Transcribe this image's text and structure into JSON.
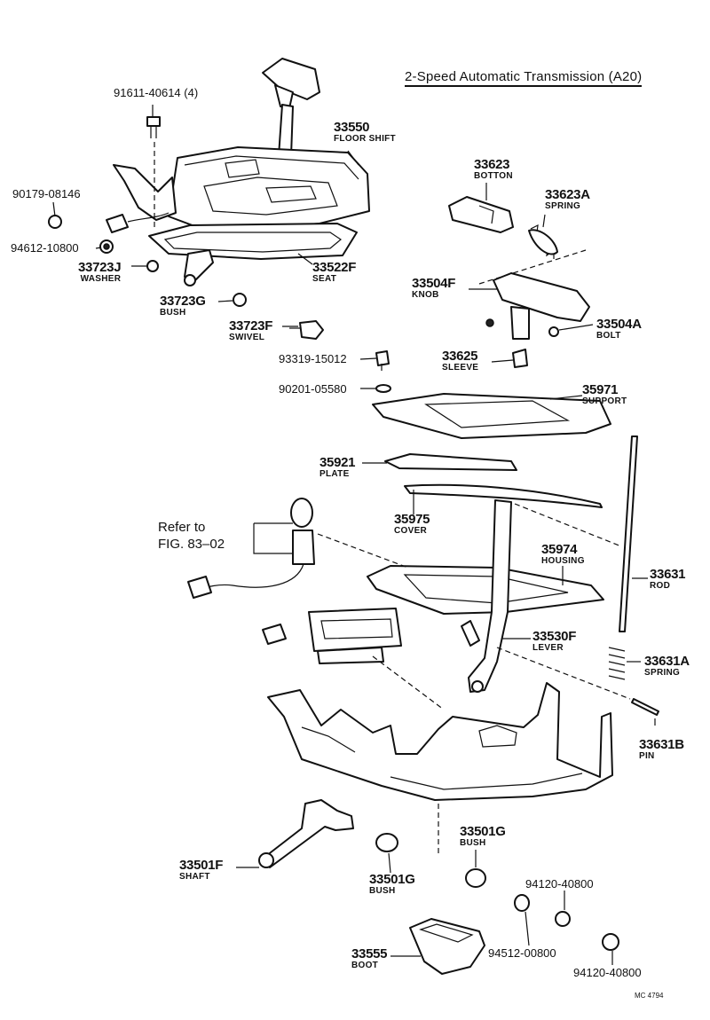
{
  "title": "2-Speed Automatic Transmission (A20)",
  "drawing_code": "MC 4794",
  "parts": {
    "p91611": {
      "number": "91611-40614 (4)"
    },
    "p33550": {
      "number": "33550",
      "name": "FLOOR SHIFT"
    },
    "p90179": {
      "number": "90179-08146"
    },
    "p94612": {
      "number": "94612-10800"
    },
    "p33723J": {
      "number": "33723J",
      "name": "WASHER"
    },
    "p33522F": {
      "number": "33522F",
      "name": "SEAT"
    },
    "p33723G": {
      "number": "33723G",
      "name": "BUSH"
    },
    "p33723F": {
      "number": "33723F",
      "name": "SWIVEL"
    },
    "p33623": {
      "number": "33623",
      "name": "BOTTON"
    },
    "p33623A": {
      "number": "33623A",
      "name": "SPRING"
    },
    "p33504F": {
      "number": "33504F",
      "name": "KNOB"
    },
    "p33504A": {
      "number": "33504A",
      "name": "BOLT"
    },
    "p93319": {
      "number": "93319-15012"
    },
    "p33625": {
      "number": "33625",
      "name": "SLEEVE"
    },
    "p90201": {
      "number": "90201-05580"
    },
    "p35971": {
      "number": "35971",
      "name": "SUPPORT"
    },
    "p35921": {
      "number": "35921",
      "name": "PLATE"
    },
    "p35975": {
      "number": "35975",
      "name": "COVER"
    },
    "p35974": {
      "number": "35974",
      "name": "HOUSING"
    },
    "p33631": {
      "number": "33631",
      "name": "ROD"
    },
    "p33530F": {
      "number": "33530F",
      "name": "LEVER"
    },
    "p33631A": {
      "number": "33631A",
      "name": "SPRING"
    },
    "p33631B": {
      "number": "33631B",
      "name": "PIN"
    },
    "p33501G_a": {
      "number": "33501G",
      "name": "BUSH"
    },
    "p33501F": {
      "number": "33501F",
      "name": "SHAFT"
    },
    "p33501G_b": {
      "number": "33501G",
      "name": "BUSH"
    },
    "p94120_a": {
      "number": "94120-40800"
    },
    "p94512": {
      "number": "94512-00800"
    },
    "p33555": {
      "number": "33555",
      "name": "BOOT"
    },
    "p94120_b": {
      "number": "94120-40800"
    }
  },
  "reference": {
    "line1": "Refer to",
    "line2": "FIG. 83–02"
  }
}
